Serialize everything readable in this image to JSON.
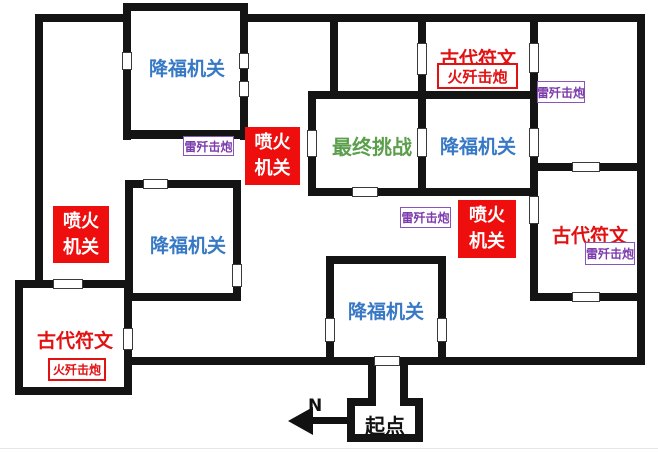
{
  "map_type": "game-dungeon-floor-plan",
  "texts": {
    "blessing_mechanism": "降福机关",
    "ancient_runes": "古代符文",
    "final_challenge": "最终挑战",
    "start_point": "起点",
    "flame_mechanism": {
      "line1": "喷火",
      "line2": "机关"
    },
    "fire_cannon": "火歼击炮",
    "thunder_cannon": "雷歼击炮",
    "north": "N"
  },
  "colors": {
    "wall": "#141414",
    "blessing_blue": "#3779c5",
    "runes_red": "#e21112",
    "flame_box_red": "#ee0e0e",
    "flame_box_text": "#ffffff",
    "thunder_purple": "#7d3cad",
    "final_green": "#5b9f4d",
    "start_black": "#111111",
    "background": "#ffffff"
  },
  "counts": {
    "blessing_mechanism_rooms": 4,
    "ancient_runes_rooms": 3,
    "flame_mechanism_traps": 3,
    "fire_cannon_markers": 2,
    "thunder_cannon_markers": 4
  }
}
